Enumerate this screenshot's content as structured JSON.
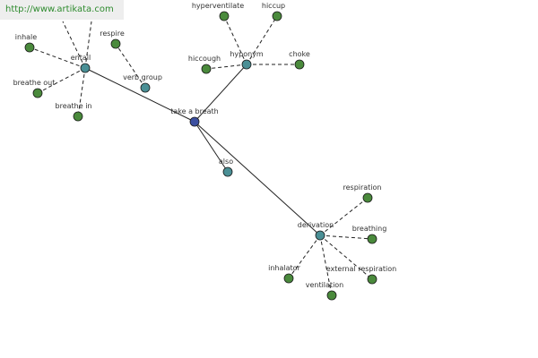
{
  "source_url": "http://www.artikata.com",
  "colors": {
    "center": "#3b4fa0",
    "relation": "#4a8f95",
    "term": "#4a8a3c",
    "edge": "#222222",
    "node_stroke": "#1a1a1a"
  },
  "nodes": [
    {
      "id": "take-a-breath",
      "label": "take a breath",
      "kind": "center"
    },
    {
      "id": "entail",
      "label": "entail",
      "kind": "relation"
    },
    {
      "id": "verb-group",
      "label": "verb group",
      "kind": "relation"
    },
    {
      "id": "hyponym",
      "label": "hyponym",
      "kind": "relation"
    },
    {
      "id": "also",
      "label": "also",
      "kind": "relation"
    },
    {
      "id": "derivation",
      "label": "derivation",
      "kind": "relation"
    },
    {
      "id": "inhale",
      "label": "inhale",
      "kind": "term"
    },
    {
      "id": "breathe-out",
      "label": "breathe out",
      "kind": "term"
    },
    {
      "id": "breathe-in",
      "label": "breathe in",
      "kind": "term"
    },
    {
      "id": "respire",
      "label": "respire",
      "kind": "term"
    },
    {
      "id": "hyperventilate",
      "label": "hyperventilate",
      "kind": "term"
    },
    {
      "id": "hiccup",
      "label": "hiccup",
      "kind": "term"
    },
    {
      "id": "hiccough",
      "label": "hiccough",
      "kind": "term"
    },
    {
      "id": "choke",
      "label": "choke",
      "kind": "term"
    },
    {
      "id": "respiration",
      "label": "respiration",
      "kind": "term"
    },
    {
      "id": "breathing",
      "label": "breathing",
      "kind": "term"
    },
    {
      "id": "external-respiration",
      "label": "external respiration",
      "kind": "term"
    },
    {
      "id": "ventilation",
      "label": "ventilation",
      "kind": "term"
    },
    {
      "id": "inhalator",
      "label": "inhalator",
      "kind": "term"
    }
  ],
  "edges": [
    {
      "from": "take-a-breath",
      "to": "entail",
      "style": "solid"
    },
    {
      "from": "take-a-breath",
      "to": "hyponym",
      "style": "solid"
    },
    {
      "from": "take-a-breath",
      "to": "also",
      "style": "solid"
    },
    {
      "from": "take-a-breath",
      "to": "derivation",
      "style": "solid"
    },
    {
      "from": "entail",
      "to": "inhale",
      "style": "dashed"
    },
    {
      "from": "entail",
      "to": "breathe-out",
      "style": "dashed"
    },
    {
      "from": "entail",
      "to": "breathe-in",
      "style": "dashed"
    },
    {
      "from": "entail",
      "to": "offscreen-a",
      "style": "dashed"
    },
    {
      "from": "entail",
      "to": "offscreen-b",
      "style": "dashed"
    },
    {
      "from": "verb-group",
      "to": "respire",
      "style": "dashed"
    },
    {
      "from": "hyponym",
      "to": "hyperventilate",
      "style": "dashed"
    },
    {
      "from": "hyponym",
      "to": "hiccup",
      "style": "dashed"
    },
    {
      "from": "hyponym",
      "to": "hiccough",
      "style": "dashed"
    },
    {
      "from": "hyponym",
      "to": "choke",
      "style": "dashed"
    },
    {
      "from": "derivation",
      "to": "respiration",
      "style": "dashed"
    },
    {
      "from": "derivation",
      "to": "breathing",
      "style": "dashed"
    },
    {
      "from": "derivation",
      "to": "external-respiration",
      "style": "dashed"
    },
    {
      "from": "derivation",
      "to": "ventilation",
      "style": "dashed"
    },
    {
      "from": "derivation",
      "to": "inhalator",
      "style": "dashed"
    }
  ]
}
